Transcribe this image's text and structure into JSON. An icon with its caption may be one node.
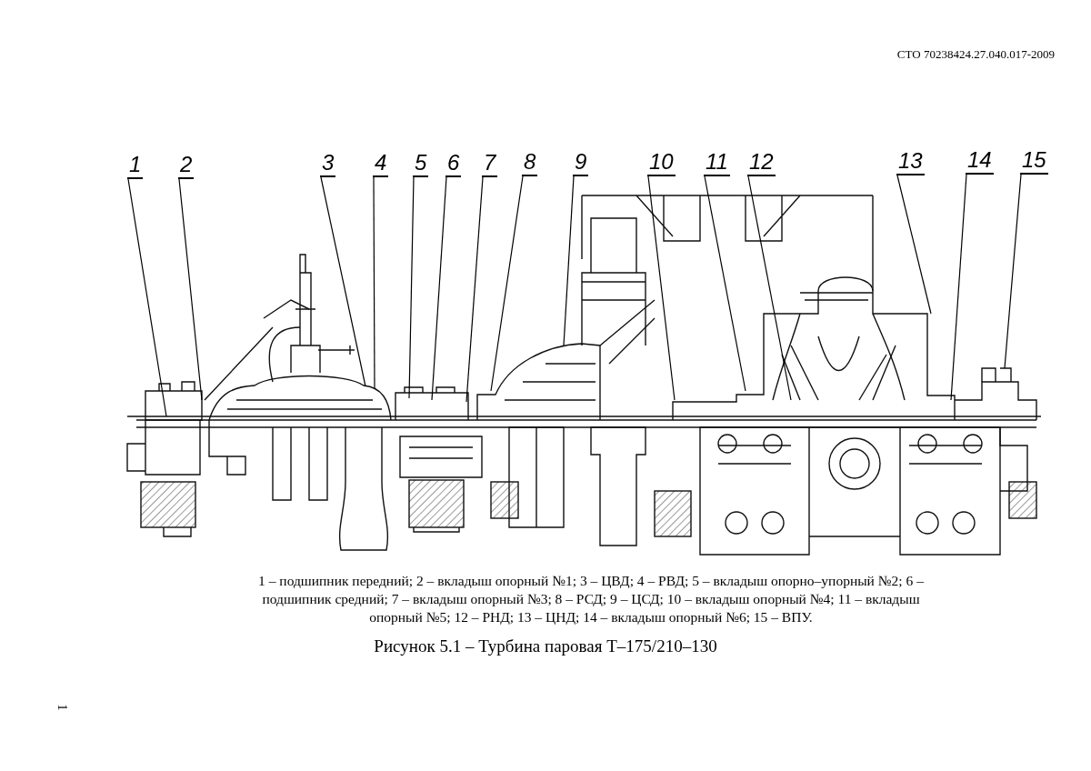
{
  "diagram": {
    "caption": "Рисунок 5.1 – Турбина паровая Т–175/210–130",
    "nodes": [
      {
        "text": [
          "1"
        ]
      },
      {
        "text": [
          "2"
        ]
      },
      {
        "text": [
          "3"
        ]
      },
      {
        "text": [
          "4"
        ]
      },
      {
        "text": [
          "5"
        ]
      },
      {
        "text": [
          "6"
        ]
      },
      {
        "text": [
          "7"
        ]
      },
      {
        "text": [
          "8"
        ]
      },
      {
        "text": [
          "9"
        ]
      },
      {
        "text": [
          "10"
        ]
      },
      {
        "text": [
          "11"
        ]
      },
      {
        "text": [
          "12"
        ]
      },
      {
        "text": [
          "13"
        ]
      },
      {
        "text": [
          "14"
        ]
      },
      {
        "text": [
          "15"
        ]
      }
    ],
    "edges": [
      {
        "from": 0,
        "to": null,
        "arrow": "none"
      },
      {
        "from": 1,
        "to": null,
        "arrow": "none"
      },
      {
        "from": 2,
        "to": null,
        "arrow": "none"
      },
      {
        "from": 3,
        "to": null,
        "arrow": "none"
      },
      {
        "from": 4,
        "to": null,
        "arrow": "none"
      },
      {
        "from": 5,
        "to": null,
        "arrow": "none"
      },
      {
        "from": 6,
        "to": null,
        "arrow": "none"
      },
      {
        "from": 7,
        "to": null,
        "arrow": "none"
      },
      {
        "from": 8,
        "to": null,
        "arrow": "none"
      },
      {
        "from": 9,
        "to": null,
        "arrow": "none"
      },
      {
        "from": 10,
        "to": null,
        "arrow": "none"
      },
      {
        "from": 11,
        "to": null,
        "arrow": "none"
      },
      {
        "from": 12,
        "to": null,
        "arrow": "none"
      },
      {
        "from": 13,
        "to": null,
        "arrow": "none"
      },
      {
        "from": 14,
        "to": null,
        "arrow": "none"
      }
    ],
    "labels": [
      "СТО 70238424.27.040.017-2009",
      "1 – подшипник передний; 2 – вкладыш опорный №1; 3 – ЦВД; 4 – РВД; 5 – вкладыш опорно–упорный №2; 6 – подшипник средний; 7 – вкладыш опорный №3; 8 – РСД; 9 – ЦСД; 10 – вкладыш опорный №4; 11 – вкладыш опорный №5; 12 – РНД; 13 – ЦНД; 14 – вкладыш опорный №6; 15 – ВПУ.",
      "1"
    ]
  }
}
